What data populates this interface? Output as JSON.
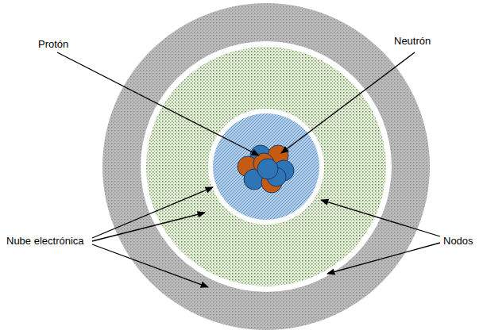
{
  "diagram": {
    "labels": [
      "Protón",
      "Neutrón",
      "Nube electrónica",
      "Nodos"
    ]
  }
}
